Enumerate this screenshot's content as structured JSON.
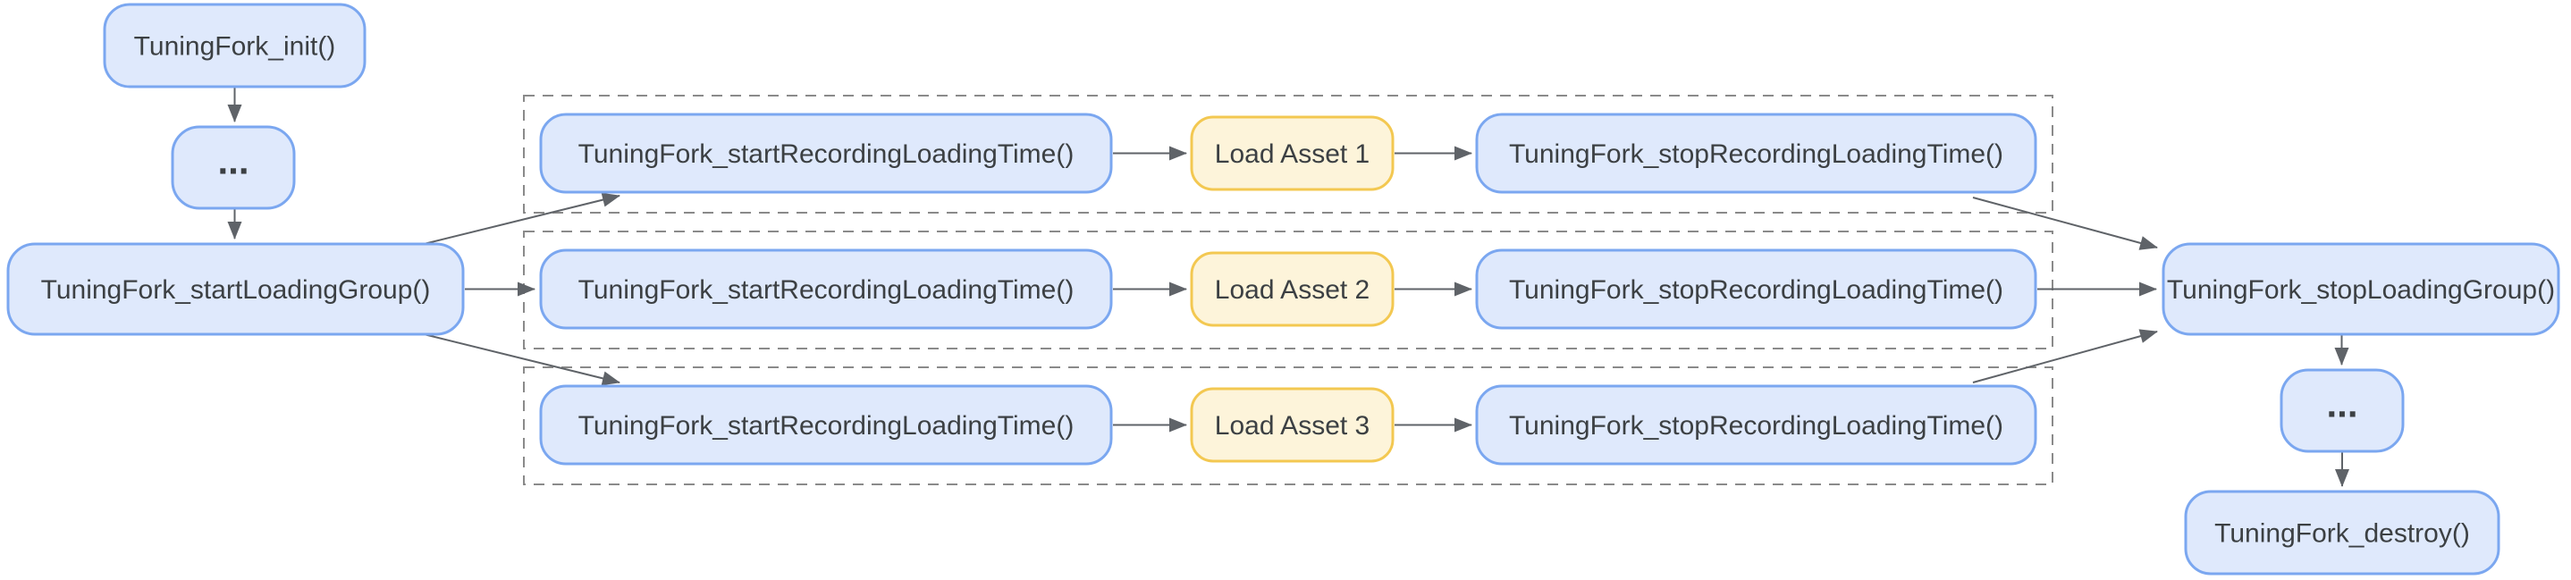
{
  "nodes": {
    "init": {
      "label": "TuningFork_init()"
    },
    "ellipsis_left": {
      "label": "..."
    },
    "start_loading_group": {
      "label": "TuningFork_startLoadingGroup()"
    },
    "stop_loading_group": {
      "label": "TuningFork_stopLoadingGroup()"
    },
    "ellipsis_right": {
      "label": "..."
    },
    "destroy": {
      "label": "TuningFork_destroy()"
    }
  },
  "rows": [
    {
      "start_label": "TuningFork_startRecordingLoadingTime()",
      "asset_label": "Load Asset 1",
      "stop_label": "TuningFork_stopRecordingLoadingTime()"
    },
    {
      "start_label": "TuningFork_startRecordingLoadingTime()",
      "asset_label": "Load Asset 2",
      "stop_label": "TuningFork_stopRecordingLoadingTime()"
    },
    {
      "start_label": "TuningFork_startRecordingLoadingTime()",
      "asset_label": "Load Asset 3",
      "stop_label": "TuningFork_stopRecordingLoadingTime()"
    }
  ],
  "colors": {
    "node_fill_blue": "#dfe9fc",
    "node_border_blue": "#7ba7f0",
    "node_fill_yellow": "#fdf4da",
    "node_border_yellow": "#f3c851",
    "arrow": "#5f6368",
    "dashed_border": "#8a8a8a",
    "text": "#3c4043",
    "background": "#ffffff"
  }
}
